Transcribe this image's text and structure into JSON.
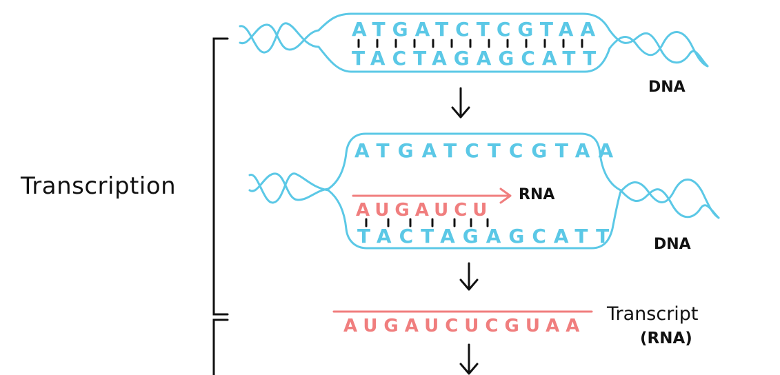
{
  "colors": {
    "dna": "#5bc8e6",
    "rna": "#f07e7e",
    "ink": "#111111",
    "background": "#ffffff"
  },
  "labels": {
    "transcription": "Transcription",
    "dna_top": "DNA",
    "dna_middle": "DNA",
    "rna_arrow": "RNA",
    "transcript_line1": "Transcript",
    "transcript_line2": "(RNA)"
  },
  "sequences": {
    "dna_coding_strand": "ATGATCTCGTAA",
    "dna_template_strand": "TACTAGAGCATT",
    "rna_nascent": "AUGAUCU",
    "rna_transcript": "AUGAUCUCGUAA"
  }
}
